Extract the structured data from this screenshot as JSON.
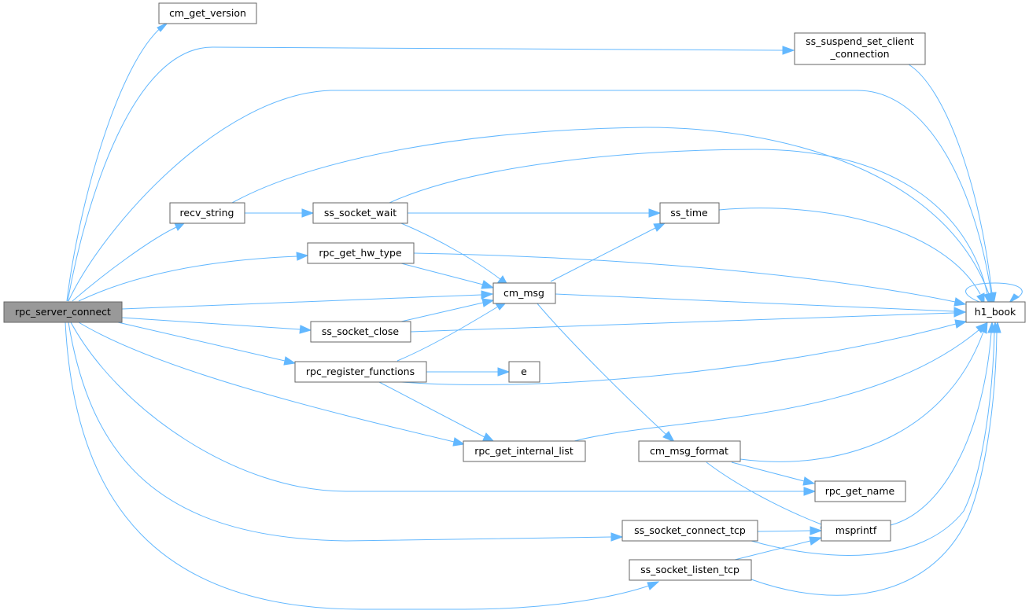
{
  "colors": {
    "edge": "#63b8ff",
    "node_border": "#666666",
    "root_fill": "#999999",
    "node_fill": "#ffffff"
  },
  "nodes": {
    "rpc_server_connect": "rpc_server_connect",
    "cm_get_version": "cm_get_version",
    "ss_suspend_set_client_connection": [
      "ss_suspend_set_client",
      "_connection"
    ],
    "recv_string": "recv_string",
    "ss_socket_wait": "ss_socket_wait",
    "ss_time": "ss_time",
    "rpc_get_hw_type": "rpc_get_hw_type",
    "cm_msg": "cm_msg",
    "h1_book": "h1_book",
    "ss_socket_close": "ss_socket_close",
    "rpc_register_functions": "rpc_register_functions",
    "e": "e",
    "rpc_get_internal_list": "rpc_get_internal_list",
    "cm_msg_format": "cm_msg_format",
    "rpc_get_name": "rpc_get_name",
    "ss_socket_connect_tcp": "ss_socket_connect_tcp",
    "msprintf": "msprintf",
    "ss_socket_listen_tcp": "ss_socket_listen_tcp"
  }
}
